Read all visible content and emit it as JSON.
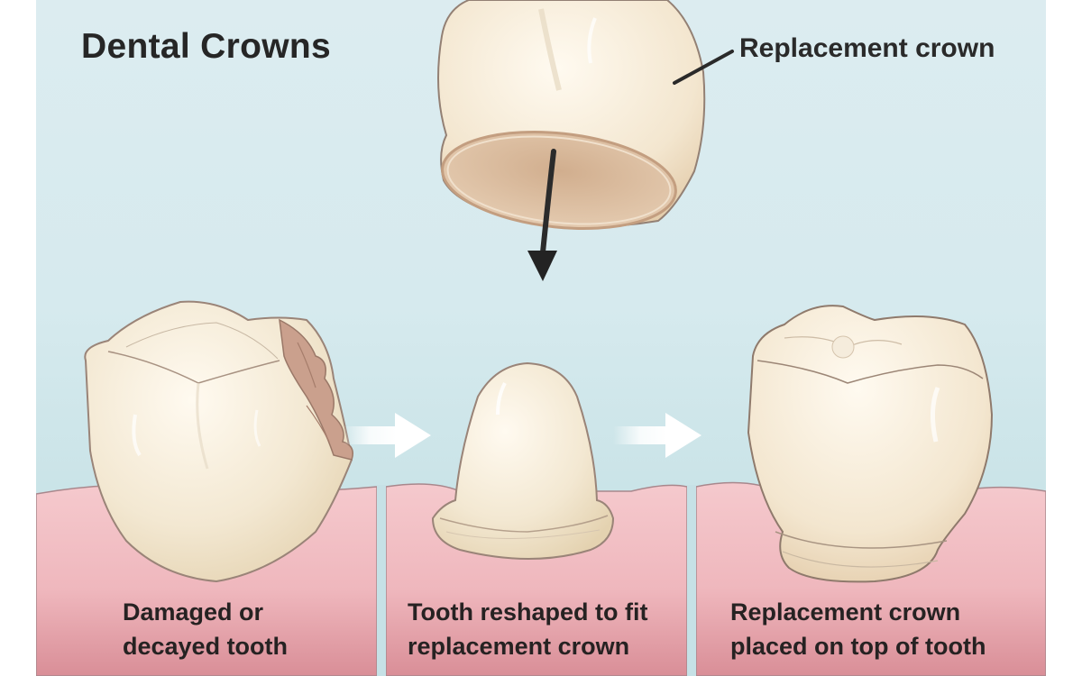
{
  "title": "Dental Crowns",
  "callout": {
    "label": "Replacement crown",
    "leader_line": "pointer-line"
  },
  "panels": [
    {
      "id": "damaged",
      "label_line1": "Damaged or",
      "label_line2": "decayed tooth"
    },
    {
      "id": "reshaped",
      "label_line1": "Tooth reshaped to fit",
      "label_line2": "replacement crown"
    },
    {
      "id": "crowned",
      "label_line1": "Replacement crown",
      "label_line2": "placed on top of tooth"
    }
  ],
  "arrows": {
    "crown_down": "down-arrow",
    "step1_to_step2": "right-arrow",
    "step2_to_step3": "right-arrow"
  },
  "colors": {
    "background": "#d8ebef",
    "gum": "#eeb6bd",
    "gum_dark": "#d98f98",
    "enamel": "#f4ead4",
    "crown_inner": "#d9b99a",
    "decay": "#c9a08f",
    "text": "#262626"
  }
}
